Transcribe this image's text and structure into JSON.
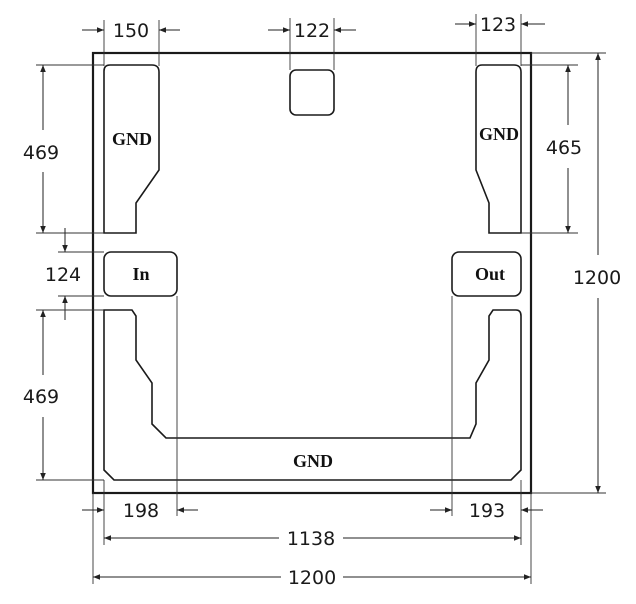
{
  "colors": {
    "ink": "#1a1a1a",
    "background": "#ffffff"
  },
  "pads": {
    "gnd_left": "GND",
    "gnd_right": "GND",
    "gnd_bottom": "GND",
    "input": "In",
    "output": "Out"
  },
  "dimensions": {
    "top_left_width": "150",
    "top_center_width": "122",
    "top_right_width": "123",
    "left_upper_height": "469",
    "left_gap_height": "124",
    "left_lower_height": "469",
    "right_upper_height": "465",
    "right_total_height": "1200",
    "bottom_left_offset": "198",
    "bottom_right_offset": "193",
    "inner_width": "1138",
    "total_width": "1200"
  }
}
